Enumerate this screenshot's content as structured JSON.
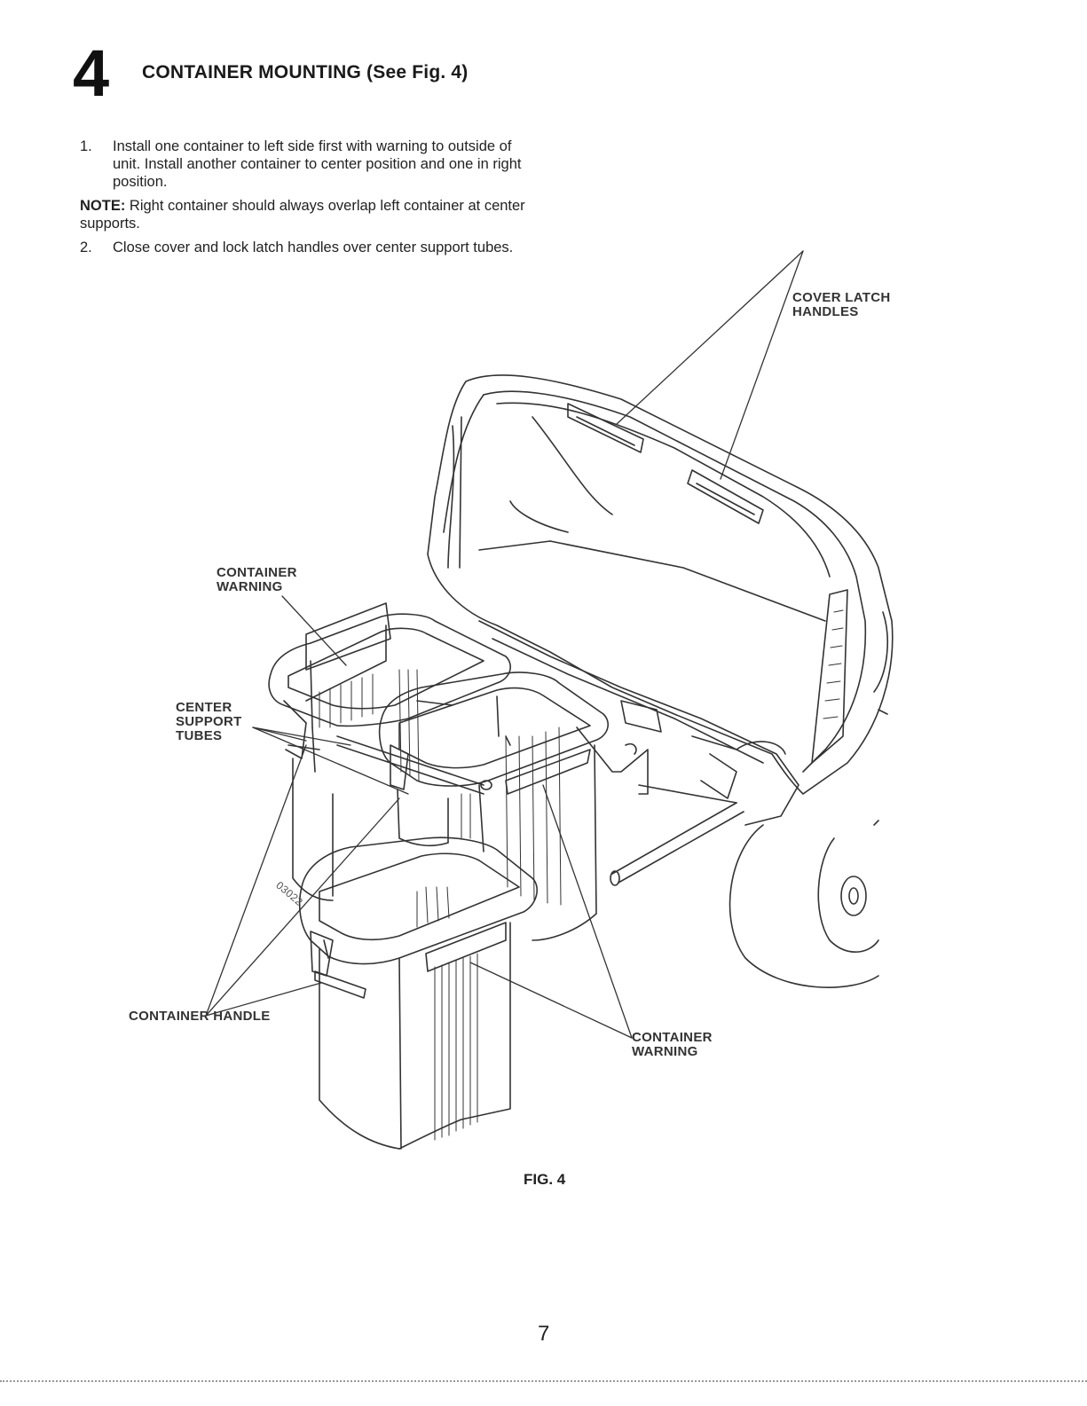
{
  "header": {
    "step_number": "4",
    "title": "CONTAINER MOUNTING (See Fig. 4)"
  },
  "instructions": {
    "step1_num": "1.",
    "step1_text": "Install one container to left side first with warning to outside of unit. Install another container to center position and one in right position.",
    "note_label": "NOTE:",
    "note_text": " Right container should always overlap left container at center supports.",
    "step2_num": "2.",
    "step2_text": "Close cover and lock latch handles over center support tubes."
  },
  "figure": {
    "labels": {
      "cover_latch_handles": "COVER LATCH\nHANDLES",
      "container_warning_top": "CONTAINER\nWARNING",
      "center_support_tubes": "CENTER\nSUPPORT\nTUBES",
      "container_handle": "CONTAINER HANDLE",
      "container_warning_bottom": "CONTAINER\nWARNING",
      "part_number": "03022"
    },
    "caption": "FIG. 4"
  },
  "page": {
    "number": "7"
  }
}
